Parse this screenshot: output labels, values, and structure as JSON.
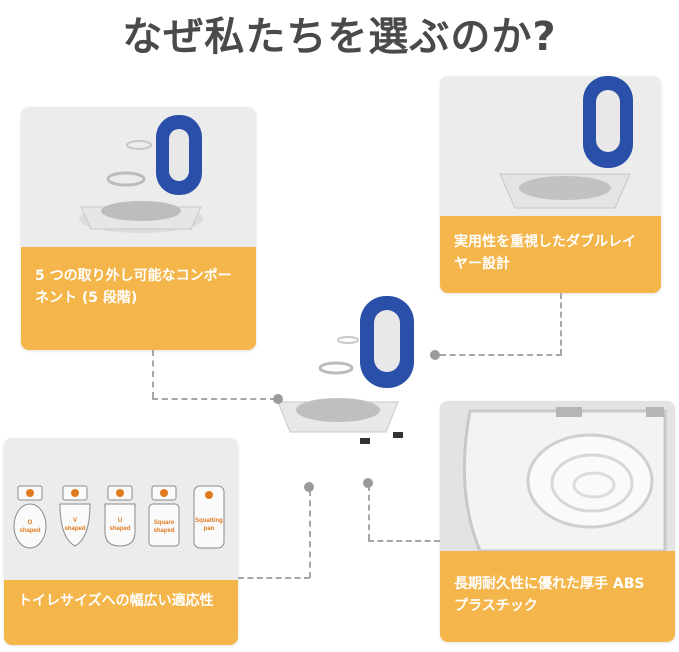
{
  "title": "なぜ私たちを選ぶのか?",
  "features": [
    {
      "caption": "5 つの取り外し可能なコンポーネント (5 段階)"
    },
    {
      "caption": "実用性を重視したダブルレイヤー設計"
    },
    {
      "caption": "トイレサイズへの幅広い適応性"
    },
    {
      "caption": "長期耐久性に優れた厚手 ABS プラスチック"
    }
  ],
  "toilet_shapes": [
    "O shaped",
    "V shaped",
    "U shaped",
    "Square shaped",
    "Squatting pan"
  ],
  "colors": {
    "accent": "#f4b54a",
    "seat": "#2a4fa8",
    "title": "#4a4a4a"
  }
}
